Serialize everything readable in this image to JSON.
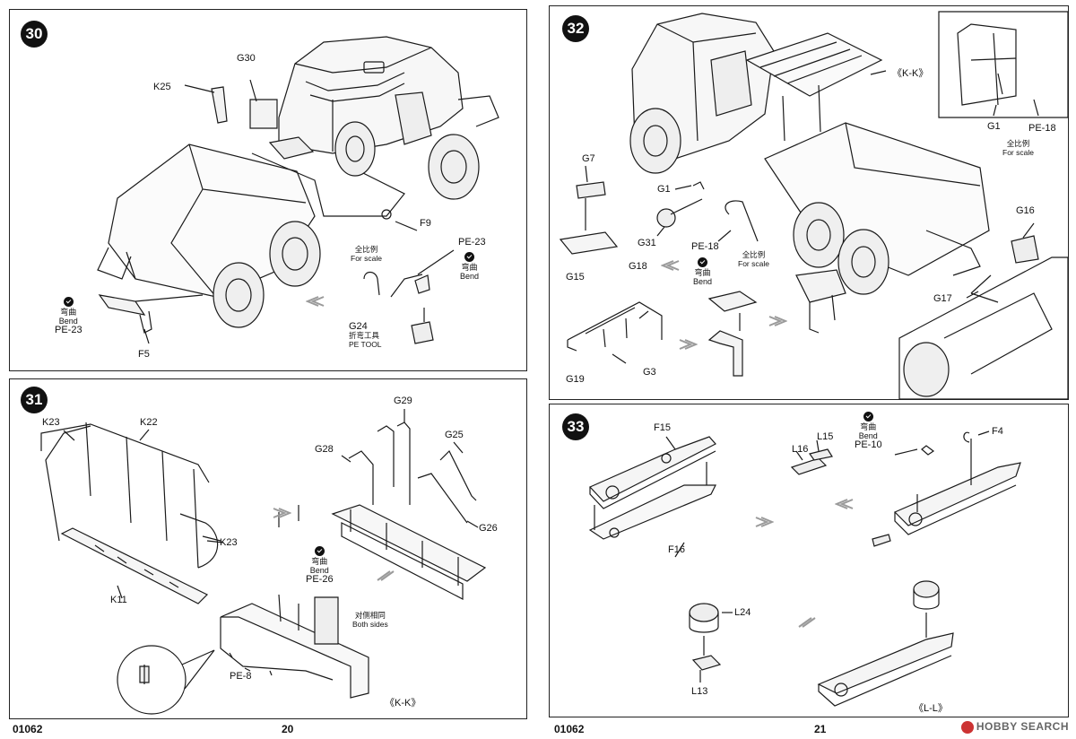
{
  "left_page": {
    "footer_code": "01062",
    "page_number": "20",
    "step30": {
      "number": "30",
      "labels": {
        "k25": "K25",
        "g30": "G30",
        "f9": "F9",
        "f5": "F5",
        "pe23": "PE-23",
        "pe23b": "PE-23",
        "g24": "G24"
      },
      "scale_cn": "全比例",
      "scale_en": "For scale",
      "bend_cn": "弯曲",
      "bend_en": "Bend",
      "bend2_cn": "弯曲",
      "bend2_en": "Bend",
      "pe_tool_cn": "折弯工具",
      "pe_tool_en": "PE TOOL"
    },
    "step31": {
      "number": "31",
      "labels": {
        "k23a": "K23",
        "k22": "K22",
        "k23b": "K23",
        "k11": "K11",
        "g29": "G29",
        "g28": "G28",
        "g25": "G25",
        "g26": "G26",
        "pe26": "PE-26",
        "pe8": "PE-8",
        "kk": "《K-K》"
      },
      "bend_cn": "弯曲",
      "bend_en": "Bend",
      "both_cn": "对侧相同",
      "both_en": "Both sides"
    }
  },
  "right_page": {
    "footer_code": "01062",
    "page_number": "21",
    "step32": {
      "number": "32",
      "labels": {
        "kk": "《K-K》",
        "g1": "G1",
        "pe18": "PE-18",
        "g7": "G7",
        "g1b": "G1",
        "g31": "G31",
        "pe18b": "PE-18",
        "g15": "G15",
        "g18": "G18",
        "g19": "G19",
        "g3": "G3",
        "g16": "G16",
        "g17": "G17"
      },
      "scale_cn": "全比例",
      "scale_en": "For scale",
      "scale2_cn": "全比例",
      "scale2_en": "For scale",
      "bend_cn": "弯曲",
      "bend_en": "Bend"
    },
    "step33": {
      "number": "33",
      "labels": {
        "f15": "F15",
        "f16": "F16",
        "l16": "L16",
        "l15": "L15",
        "pe10": "PE-10",
        "f4": "F4",
        "l24": "L24",
        "l13": "L13",
        "ll": "《L-L》"
      },
      "bend_cn": "弯曲",
      "bend_en": "Bend"
    },
    "watermark": "HOBBY SEARCH"
  },
  "colors": {
    "line": "#1a1a1a",
    "panel_border": "#222222",
    "arrow": "#9a9a9a"
  }
}
